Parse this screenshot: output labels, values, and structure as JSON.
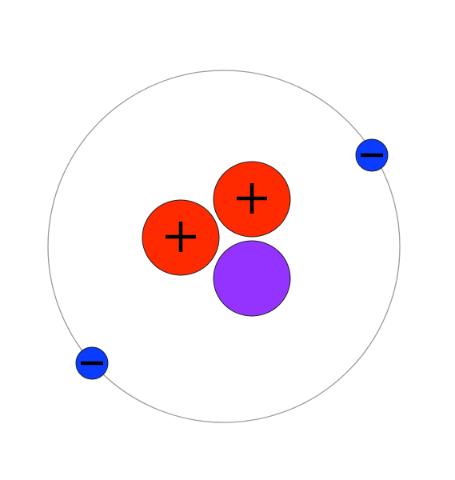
{
  "diagram": {
    "particles": [
      {
        "kind": "proton",
        "sign": "+",
        "icon": "plus-sign"
      },
      {
        "kind": "proton",
        "sign": "+",
        "icon": "plus-sign"
      },
      {
        "kind": "neutron",
        "sign": "",
        "icon": ""
      },
      {
        "kind": "electron",
        "sign": "−",
        "icon": "minus-sign"
      },
      {
        "kind": "electron",
        "sign": "−",
        "icon": "minus-sign"
      }
    ],
    "colors": {
      "proton": "#ff2a00",
      "neutron": "#9433ff",
      "electron": "#0a3cff",
      "outline": "#222222",
      "orbit": "#9a9a9a",
      "sign": "#000000"
    }
  }
}
